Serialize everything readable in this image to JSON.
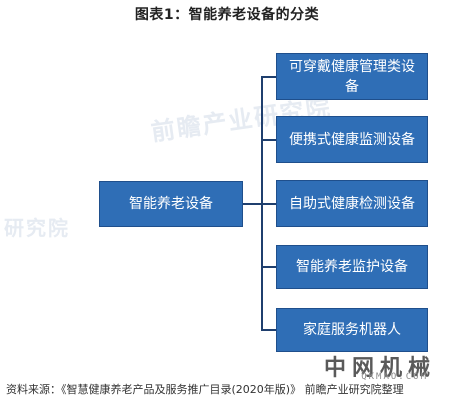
{
  "title": "图表1：智能养老设备的分类",
  "root": {
    "label": "智能养老设备"
  },
  "children": [
    {
      "label": "可穿戴健康管理类设备"
    },
    {
      "label": "便携式健康监测设备"
    },
    {
      "label": "自助式健康检测设备"
    },
    {
      "label": "智能养老监护设备"
    },
    {
      "label": "家庭服务机器人"
    }
  ],
  "source": "资料来源：《智慧健康养老产品及服务推广目录(2020年版)》 前瞻产业研究院整理",
  "watermarks": [
    "前瞻产业研究院",
    "研究院"
  ],
  "corner_logo": {
    "main": "中网机械",
    "sub": "QKMAO.COM"
  },
  "colors": {
    "box_fill": "#2f6eb6",
    "connector": "#1f3f6e"
  }
}
